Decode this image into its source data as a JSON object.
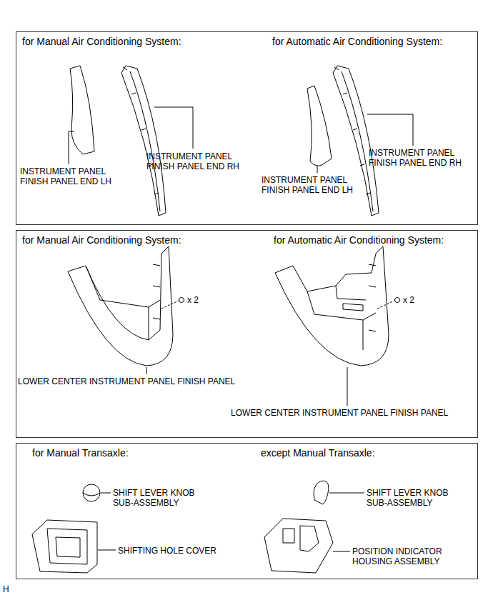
{
  "diagram": {
    "nodes": [
      {
        "text": [
          "for Manual Air Conditioning System:",
          "for Automatic Air Conditioning System:"
        ]
      },
      {
        "text": [
          "for Manual Air Conditioning System:",
          "for Automatic Air Conditioning System:"
        ]
      },
      {
        "text": [
          "for Manual Transaxle:",
          "except Manual Transaxle:"
        ]
      }
    ],
    "labels": [
      "INSTRUMENT PANEL FINISH PANEL END RH",
      "INSTRUMENT PANEL FINISH PANEL END LH",
      "INSTRUMENT PANEL FINISH PANEL END RH",
      "INSTRUMENT PANEL FINISH PANEL END LH",
      "x 2",
      "LOWER CENTER INSTRUMENT PANEL FINISH PANEL",
      "x 2",
      "LOWER CENTER INSTRUMENT PANEL FINISH PANEL",
      "SHIFT LEVER KNOB SUB-ASSEMBLY",
      "SHIFTING HOLE COVER",
      "SHIFT LEVER KNOB SUB-ASSEMBLY",
      "POSITION INDICATOR HOUSING ASSEMBLY",
      "H"
    ]
  }
}
